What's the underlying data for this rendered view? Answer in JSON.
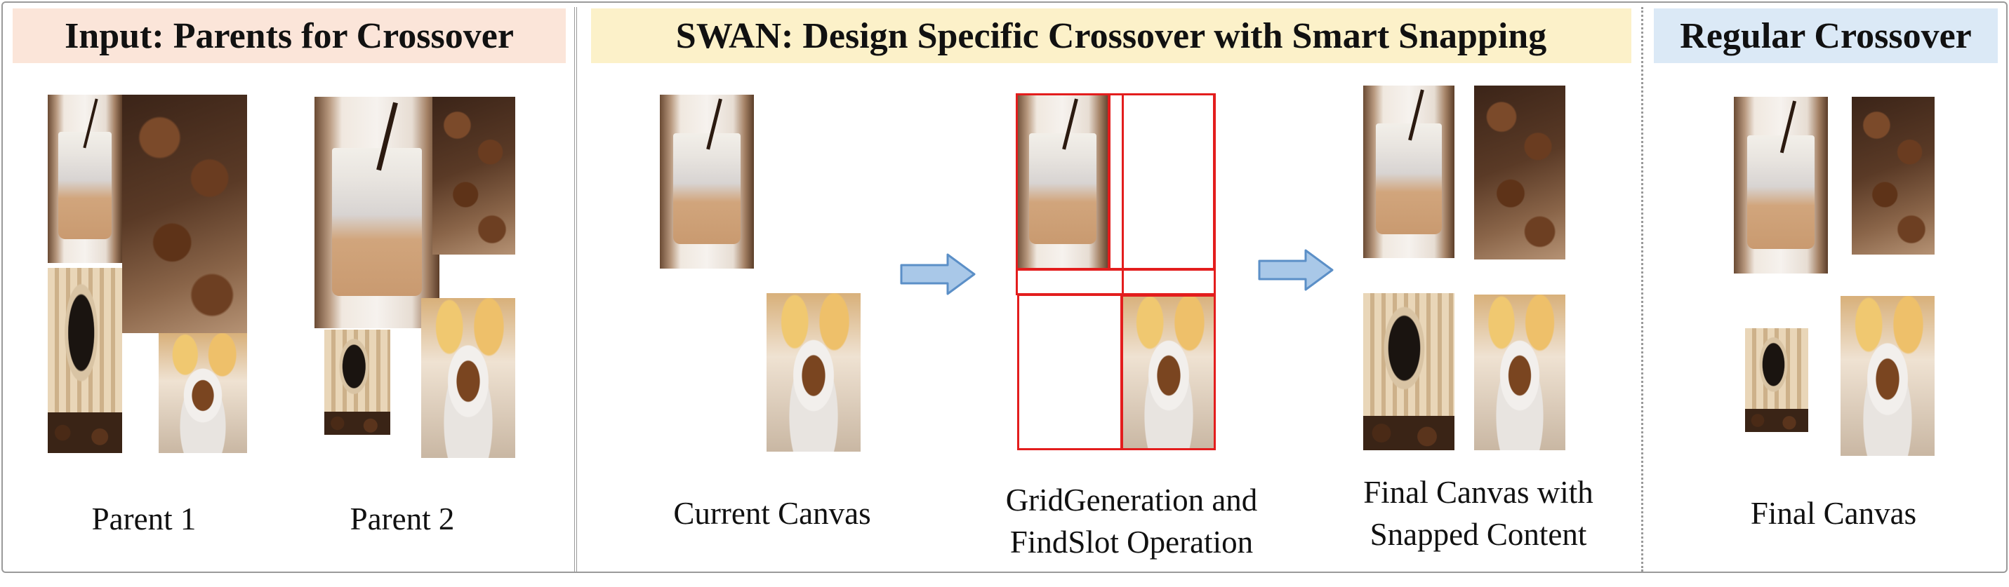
{
  "headers": {
    "input": {
      "text": "Input: Parents for Crossover",
      "bg": "#fbe5d9"
    },
    "swan": {
      "text": "SWAN: Design Specific Crossover with Smart Snapping",
      "bg": "#fcf1c9"
    },
    "regular": {
      "text": "Regular Crossover",
      "bg": "#dbe9f6"
    }
  },
  "captions": {
    "parent1": "Parent 1",
    "parent2": "Parent 2",
    "current_canvas": "Current Canvas",
    "grid_line1": "GridGeneration and",
    "grid_line2": "FindSlot Operation",
    "final_snapped_line1": "Final Canvas with",
    "final_snapped_line2": "Snapped Content",
    "final_canvas": "Final Canvas"
  },
  "icons": {
    "arrow": "right-arrow-icon",
    "arrow_color": "#a9c8e8",
    "grid_line_color": "#e31d1d"
  },
  "images": {
    "iced_coffee": "iced-coffee-photo",
    "coffee_beans": "coffee-beans-photo",
    "paper_cup": "paper-cup-coffee-photo",
    "cup_with_pastry": "coffee-cup-pastry-photo"
  }
}
